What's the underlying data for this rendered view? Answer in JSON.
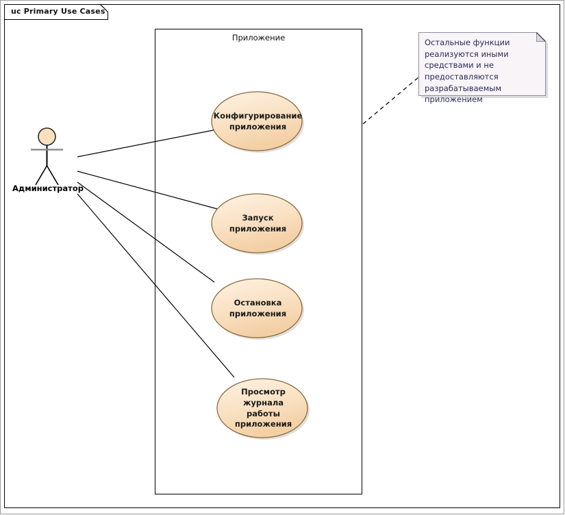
{
  "frame": {
    "stereotype_and_name": "uc Primary Use Cases"
  },
  "boundary": {
    "title": "Приложение"
  },
  "actor": {
    "name": "Администратор",
    "icon": "stick-figure-actor-icon"
  },
  "use_cases": [
    {
      "id": "configure",
      "label": "Конфигурирование приложения"
    },
    {
      "id": "start",
      "label": "Запуск приложения"
    },
    {
      "id": "stop",
      "label": "Остановка приложения"
    },
    {
      "id": "view-log",
      "label": "Просмотр журнала работы приложения"
    }
  ],
  "note": {
    "text": "Остальные функции реализуются иными средствами и не предоставляются разрабатываемым приложением"
  },
  "colors": {
    "usecase_fill_light": "#fdf0df",
    "usecase_fill_dark": "#f6d6ae",
    "usecase_border": "#8a6a3d",
    "actor_head_fill": "#fbe0bd",
    "note_fill": "#f8f4f8",
    "note_border": "#9a9aa8",
    "frame_border": "#000000",
    "outer_border": "#9a9a9a",
    "connector": "#000000",
    "note_text": "#2b2b55"
  }
}
